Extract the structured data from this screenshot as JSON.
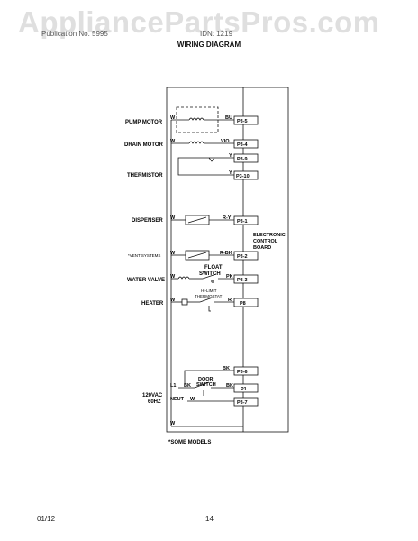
{
  "watermark": "AppliancePartsPros.com",
  "header": {
    "left": "Publication No. 5995",
    "mid": "IDN: 1219",
    "title": "WIRING DIAGRAM"
  },
  "components": {
    "pump_motor": "PUMP MOTOR",
    "drain_motor": "DRAIN MOTOR",
    "thermistor": "THERMISTOR",
    "dispenser": "DISPENSER",
    "vent_systems": "*VENT SYSTEMS",
    "water_valve": "WATER VALVE",
    "heater": "HEATER",
    "supply_line1": "120VAC",
    "supply_line2": "60HZ"
  },
  "switches": {
    "float_line1": "FLOAT",
    "float_line2": "SWITCH",
    "hilimit_line1": "HI-LIMIT",
    "hilimit_line2": "THERMOSTAT",
    "door_line1": "DOOR",
    "door_line2": "SWITCH"
  },
  "wires": {
    "w": "W",
    "bu": "BU",
    "vio": "VIO",
    "y": "Y",
    "ry": "R-Y",
    "rbk": "R-BK",
    "pk": "PK",
    "r": "R",
    "bk": "BK",
    "l1": "L1",
    "neut": "NEUT"
  },
  "pins": {
    "p3_5": "P3-5",
    "p3_4": "P3-4",
    "p3_9": "P3-9",
    "p3_10": "P3-10",
    "p3_1": "P3-1",
    "p3_2": "P3-2",
    "p3_3": "P3-3",
    "p8": "P8",
    "p3_6": "P3-6",
    "p1": "P1",
    "p3_7": "P3-7"
  },
  "board": {
    "line1": "ELECTRONIC",
    "line2": "CONTROL",
    "line3": "BOARD"
  },
  "note": "*SOME MODELS",
  "footer": {
    "date": "01/12",
    "page": "14"
  }
}
